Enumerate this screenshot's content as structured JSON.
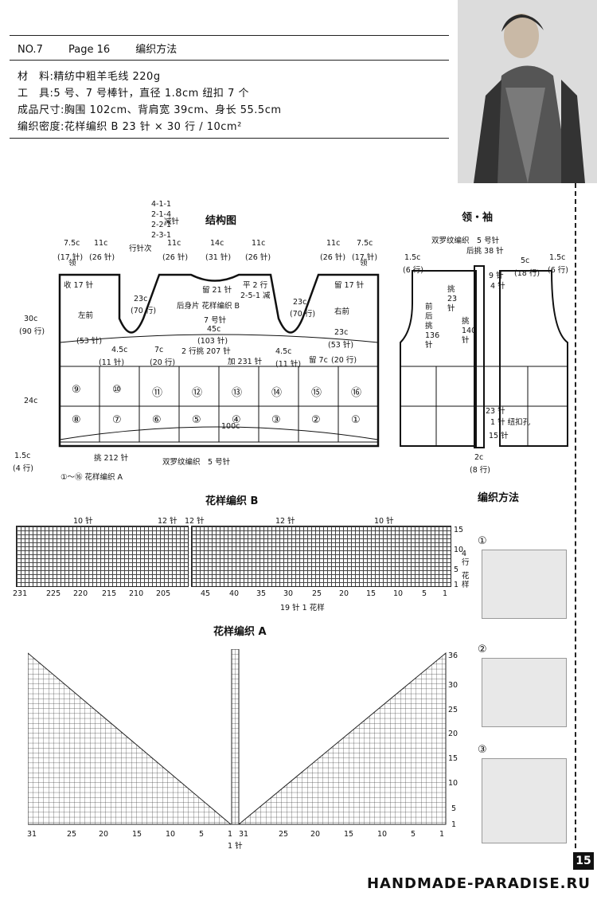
{
  "header": {
    "no": "NO.7",
    "page": "Page 16",
    "section": "编织方法",
    "lines": [
      "材　料:精纺中粗羊毛线 220g",
      "工　具:5 号、7 号棒针，直径 1.8cm 纽扣 7 个",
      "成品尺寸:胸围 102cm、背肩宽 39cm、身长 55.5cm",
      "编织密度:花样编织 B  23 针 × 30 行 / 10cm²"
    ]
  },
  "structure": {
    "title": "结构图",
    "decrease": [
      "4-1-1",
      "2-1-4",
      "2-2-1",
      "2-3-1"
    ],
    "decrease_label": "减针",
    "row_label": "行针次",
    "dims_top": [
      "7.5c",
      "11c",
      "11c",
      "14c",
      "11c",
      "11c",
      "7.5c"
    ],
    "dims_top_sub": [
      "(17 针)",
      "(26 针)",
      "(26 针)",
      "(31 针)",
      "(26 针)",
      "(26 针)",
      "(17 针)"
    ],
    "left_front": "左前",
    "right_front": "右前",
    "back": "后身片 花样编织 B",
    "needle7": "7 号针",
    "w45": "45c",
    "w45s": "(103 针)",
    "pick207": "2 行挑 207 针",
    "add231": "加 231 针",
    "neck17": "收 17 针",
    "keep17": "留 17 针",
    "keep21": "留 21 针",
    "flat2": "平 2 行",
    "dec251": "2-5-1 减",
    "c23": "23c",
    "r70": "(70 行)",
    "c23r": "23c",
    "s53": "(53 针)",
    "s53r": "23c",
    "s53rs": "(53 针)",
    "c30": "30c",
    "r90": "(90 行)",
    "c24": "24c",
    "c15": "1.5c",
    "r4": "(4 行)",
    "arm45": "4.5c",
    "arm11": "(11 针)",
    "keep7": "留 7c",
    "r20": "(20 行)",
    "c7": "7c",
    "c100": "100c",
    "pick212": "挑 212 针",
    "rib": "双罗纹编织　5 号针",
    "panels_top": [
      "⑨",
      "⑩",
      "⑪",
      "⑫",
      "⑬",
      "⑭",
      "⑮",
      "⑯"
    ],
    "panels_bot": [
      "⑧",
      "⑦",
      "⑥",
      "⑤",
      "④",
      "③",
      "②",
      "①"
    ],
    "legend": "①～⑯ 花样编织 A",
    "neck": "领",
    "neck2": "领"
  },
  "collar": {
    "title": "领・袖",
    "rib": "双罗纹编织　5 号针",
    "back38": "后挑 38 针",
    "l15": "1.5c",
    "l6": "(6 行)",
    "c5": "5c",
    "r18": "(18 行)",
    "r15": "1.5c",
    "r6": "(6 行)",
    "f_pick": "前后挑 136 针",
    "pick23": "挑 23 针",
    "pick140": "挑 140 针",
    "s9": "9 针",
    "s4": "4 针",
    "s23": "23 针",
    "s1": "1 针 纽扣孔",
    "s15": "15 针",
    "c2": "2c",
    "r8": "(8 行)"
  },
  "patternB": {
    "title": "花样编织 B",
    "top": [
      "10 针",
      "12 针",
      "12 针",
      "12 针",
      "10 针"
    ],
    "bottom_left": [
      "231",
      "225",
      "220",
      "215",
      "210",
      "205"
    ],
    "bottom_mid": [
      "45",
      "40",
      "35",
      "30",
      "25",
      "20",
      "15",
      "10",
      "5",
      "1"
    ],
    "repeat": "19 针 1 花样",
    "right": [
      "15",
      "10",
      "5",
      "1"
    ],
    "side": [
      "4 行",
      "花样"
    ]
  },
  "patternA": {
    "title": "花样编织 A",
    "bottom_left": [
      "31",
      "25",
      "20",
      "15",
      "10",
      "5",
      "1"
    ],
    "bottom_right": [
      "31",
      "25",
      "20",
      "15",
      "10",
      "5",
      "1"
    ],
    "center": "1 针",
    "right": [
      "36",
      "30",
      "25",
      "20",
      "15",
      "10",
      "5",
      "1"
    ]
  },
  "method": {
    "title": "编织方法",
    "steps": [
      "①",
      "②",
      "③"
    ]
  },
  "footer": {
    "page_no": "15",
    "watermark": "HANDMADE-PARADISE.RU"
  }
}
